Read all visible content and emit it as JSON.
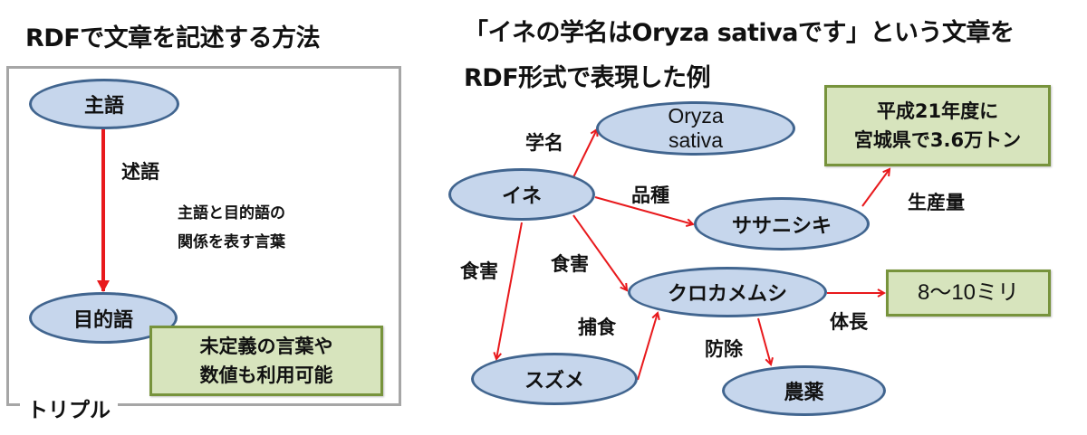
{
  "left_panel": {
    "title": "RDFで文章を記述する方法",
    "frame_label": "トリプル",
    "subject": "主語",
    "predicate": "述語",
    "predicate_desc_line1": "主語と目的語の",
    "predicate_desc_line2": "関係を表す言葉",
    "object": "目的語",
    "literal_note_line1": "未定義の言葉や",
    "literal_note_line2": "数値も利用可能"
  },
  "right_panel": {
    "title_line1": "「イネの学名はOryza sativaです」という文章を",
    "title_line2": "RDF形式で表現した例",
    "nodes": {
      "ine": "イネ",
      "oryza_line1": "Oryza",
      "oryza_line2": "sativa",
      "sasanishiki": "ササニシキ",
      "kurokamemushi": "クロカメムシ",
      "suzume": "スズメ",
      "nouyaku": "農薬"
    },
    "literals": {
      "production_line1": "平成21年度に",
      "production_line2": "宮城県で3.6万トン",
      "body_length": "8～10ミリ"
    },
    "edges": {
      "scientific_name": "学名",
      "variety": "品種",
      "production": "生産量",
      "damage_1": "食害",
      "damage_2": "食害",
      "predation": "捕食",
      "control": "防除",
      "body_length": "体長"
    }
  },
  "colors": {
    "node_fill": "#c6d6ec",
    "node_border": "#41658f",
    "literal_fill": "#d7e4bd",
    "literal_border": "#77933c",
    "arrow": "#e8191c",
    "frame": "#a6a6a6"
  }
}
